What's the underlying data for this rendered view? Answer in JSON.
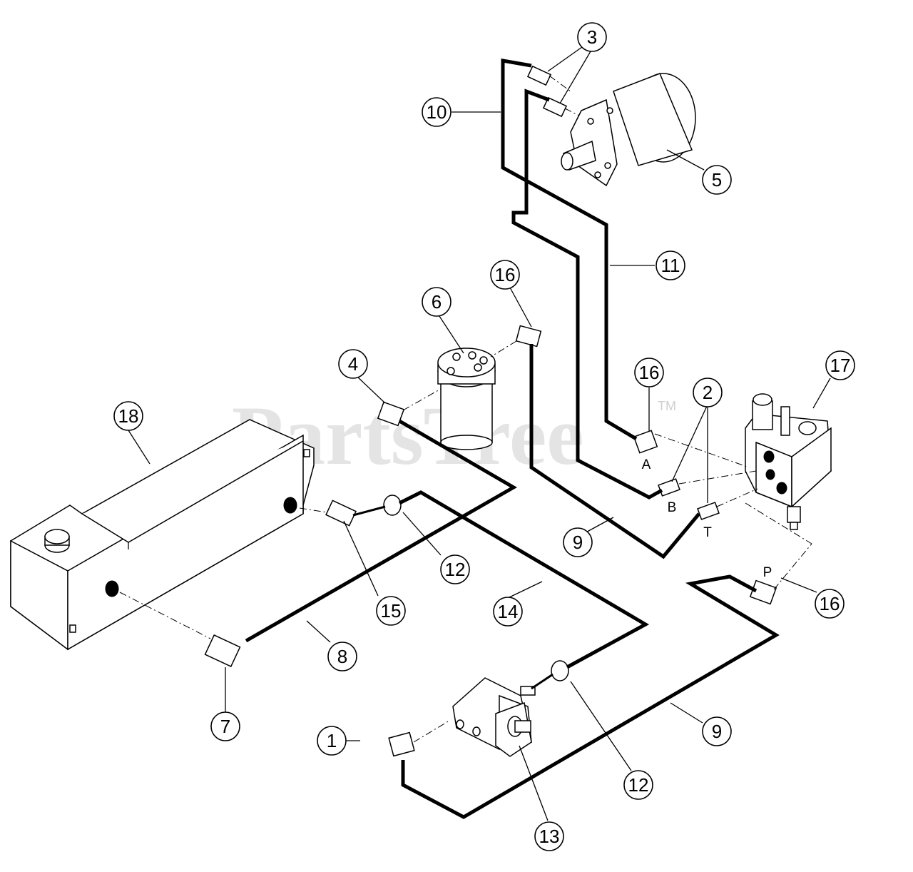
{
  "watermark": {
    "text": "PartsTree",
    "tm": "TM"
  },
  "ports": {
    "a": "A",
    "b": "B",
    "t": "T",
    "p": "P"
  },
  "callouts": {
    "c1": "1",
    "c2": "2",
    "c3": "3",
    "c4": "4",
    "c5": "5",
    "c6": "6",
    "c7": "7",
    "c8": "8",
    "c9a": "9",
    "c9b": "9",
    "c10": "10",
    "c11": "11",
    "c12a": "12",
    "c12b": "12",
    "c13": "13",
    "c14": "14",
    "c15": "15",
    "c16a": "16",
    "c16b": "16",
    "c16c": "16",
    "c17": "17",
    "c18": "18"
  }
}
